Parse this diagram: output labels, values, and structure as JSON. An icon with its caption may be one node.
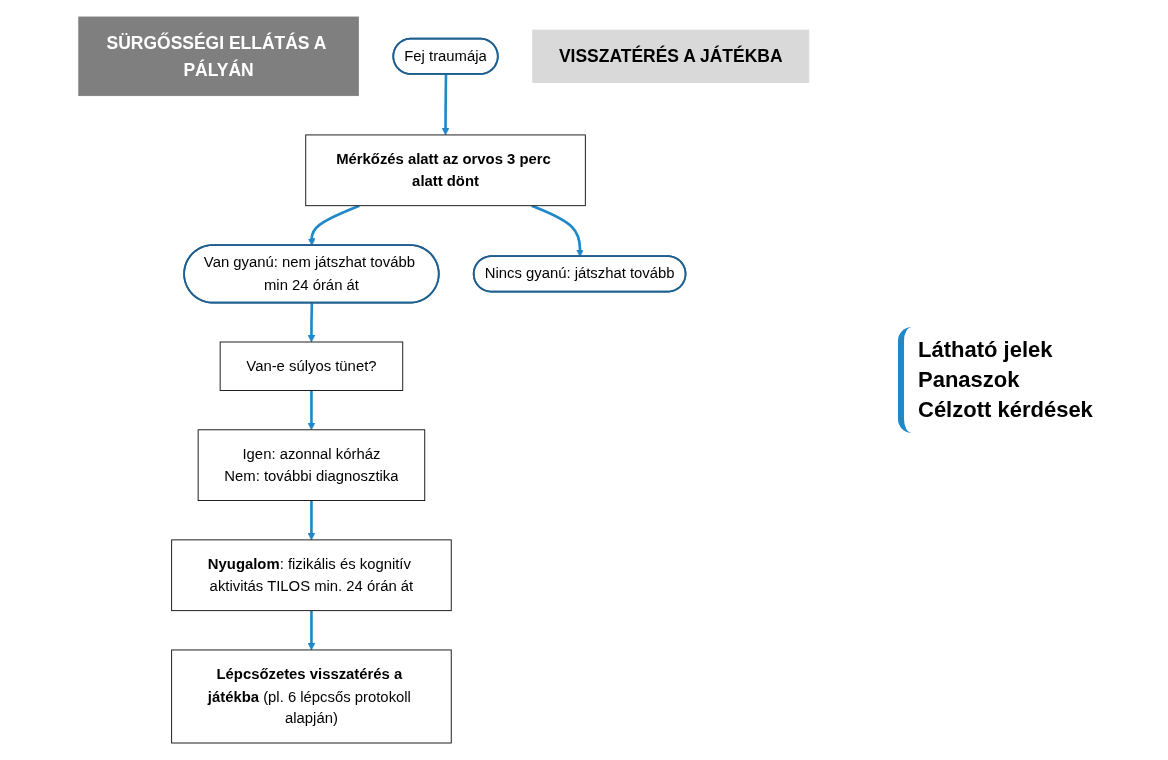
{
  "diagram": {
    "nodes": [
      {
        "text": [
          "SÜRGŐSSÉGI ELLÁTÁS A PÁLYÁN"
        ]
      },
      {
        "text": [
          "Fej traumája"
        ]
      },
      {
        "text": [
          "Mérkőzés alatt az orvos 3 perc alatt dönt"
        ],
        "beside": [
          "Látható jelek",
          "Panaszok",
          "Célzott kérdések"
        ]
      },
      {
        "text": [
          "Van gyanú: nem játszhat tovább min 24 órán át"
        ]
      },
      {
        "text": [
          "Nincs gyanú: játszhat tovább"
        ]
      },
      {
        "text": [
          "Van-e súlyos tünet?"
        ]
      },
      {
        "text": [
          "Igen: azonnal kórház",
          "Nem: további diagnosztika"
        ]
      },
      {
        "text": [
          "VISSZATÉRÉS A JÁTÉKBA"
        ]
      },
      {
        "text": [
          "**Nyugalom**: fizikális és kognitív aktivitás TILOS min. 24 órán át"
        ]
      },
      {
        "text": [
          "**Lépcsőzetes visszatérés a játékba** (pl. 6 lépcsős protokoll alapján)"
        ]
      }
    ],
    "edges": [
      {
        "from": 1,
        "to": 2,
        "arrow": "to"
      },
      {
        "from": 2,
        "to": 3,
        "arrow": "to"
      },
      {
        "from": 2,
        "to": 4,
        "arrow": "to"
      },
      {
        "from": 3,
        "to": 5,
        "arrow": "to"
      },
      {
        "from": 5,
        "to": 6,
        "arrow": "to"
      },
      {
        "from": 6,
        "to": 8,
        "arrow": "to"
      },
      {
        "from": 8,
        "to": 9,
        "arrow": "to"
      }
    ]
  }
}
